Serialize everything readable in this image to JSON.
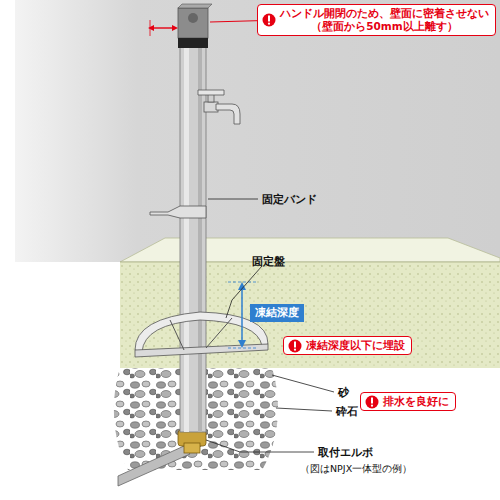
{
  "diagram": {
    "nodes": [
      {
        "text": [
          "ハンドル開閉のため、壁面に密着させない",
          "（壁面から50mm以上離す）"
        ]
      },
      {
        "text": [
          "凍結深度"
        ]
      },
      {
        "text": [
          "凍結深度以下に埋設"
        ]
      },
      {
        "text": [
          "排水を良好に"
        ]
      }
    ],
    "labels": [
      "固定バンド",
      "固定盤",
      "砂",
      "砕石",
      "取付エルボ",
      "（図はNPJX一体型の例）"
    ]
  }
}
